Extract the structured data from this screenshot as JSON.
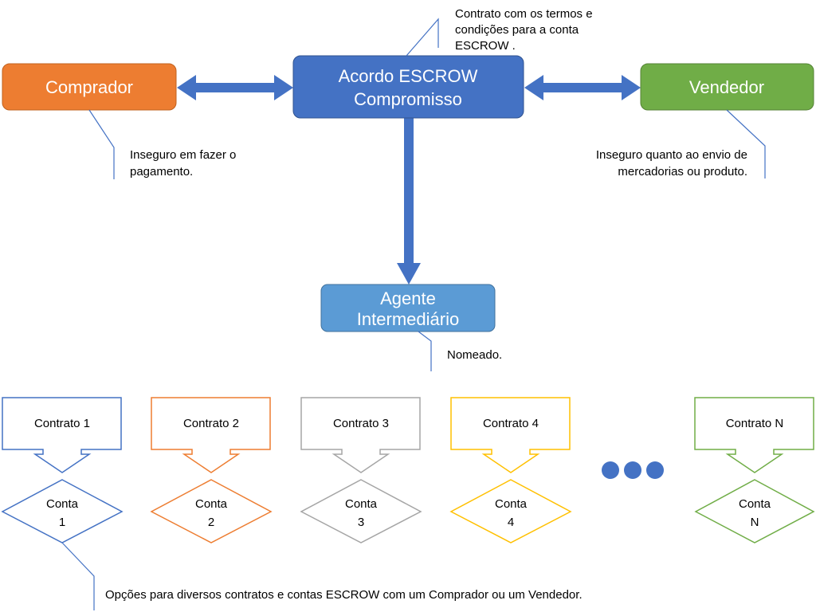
{
  "colors": {
    "buyer": "#ED7D31",
    "escrow": "#4472C4",
    "seller": "#70AD47",
    "agent": "#5B9BD5",
    "arrow": "#4472C4",
    "contract_1": "#4472C4",
    "contract_2": "#ED7D31",
    "contract_3": "#A5A5A5",
    "contract_4": "#FFC000",
    "contract_n": "#70AD47",
    "callout_line": "#4472C4"
  },
  "nodes": {
    "buyer": "Comprador",
    "escrow": [
      "Acordo ESCROW",
      "Compromisso"
    ],
    "seller": "Vendedor",
    "agent": [
      "Agente",
      "Intermediário"
    ]
  },
  "callouts": {
    "escrow": [
      "Contrato com os termos e",
      "condições para a conta",
      "ESCROW ."
    ],
    "buyer": [
      "Inseguro em fazer o",
      "pagamento."
    ],
    "seller": [
      "Inseguro quanto ao envio de",
      "mercadorias ou produto."
    ],
    "agent": [
      "Nomeado."
    ],
    "options": [
      "Opções para diversos contratos e contas ESCROW com um Comprador ou um Vendedor."
    ]
  },
  "contracts": [
    {
      "contract": "Contrato 1",
      "account": [
        "Conta",
        "1"
      ],
      "color_key": "contract_1"
    },
    {
      "contract": "Contrato 2",
      "account": [
        "Conta",
        "2"
      ],
      "color_key": "contract_2"
    },
    {
      "contract": "Contrato 3",
      "account": [
        "Conta",
        "3"
      ],
      "color_key": "contract_3"
    },
    {
      "contract": "Contrato 4",
      "account": [
        "Conta",
        "4"
      ],
      "color_key": "contract_4"
    },
    {
      "contract": "Contrato N",
      "account": [
        "Conta",
        "N"
      ],
      "color_key": "contract_n"
    }
  ]
}
